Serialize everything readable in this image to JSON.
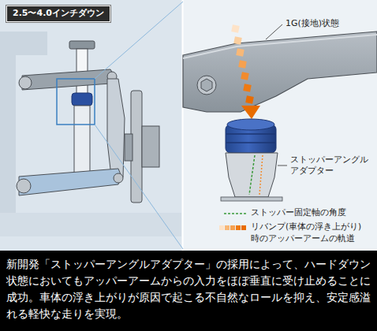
{
  "diagram": {
    "caption": "新開発「ストッパーアングルアダプター」の採用によって、ハードダウン 状態においてもアッパーアームからの入力をほぼ垂直に受け止めることに 成功。車体の浮き上がりが原因で起こる不自然なロールを抑え、安定感溢 れる軽快な走りを実現。",
    "nodes": [
      {
        "text": [
          "2.5〜4.0インチダウン"
        ]
      }
    ],
    "labels": [
      "1G(接地)状態",
      "ストッパーアングル アダプター"
    ],
    "legend": [
      {
        "text": "ストッパー固定軸の角度"
      },
      {
        "text": "リバンプ(車体の浮き上がり) 時のアッパーアームの軌道"
      }
    ]
  }
}
